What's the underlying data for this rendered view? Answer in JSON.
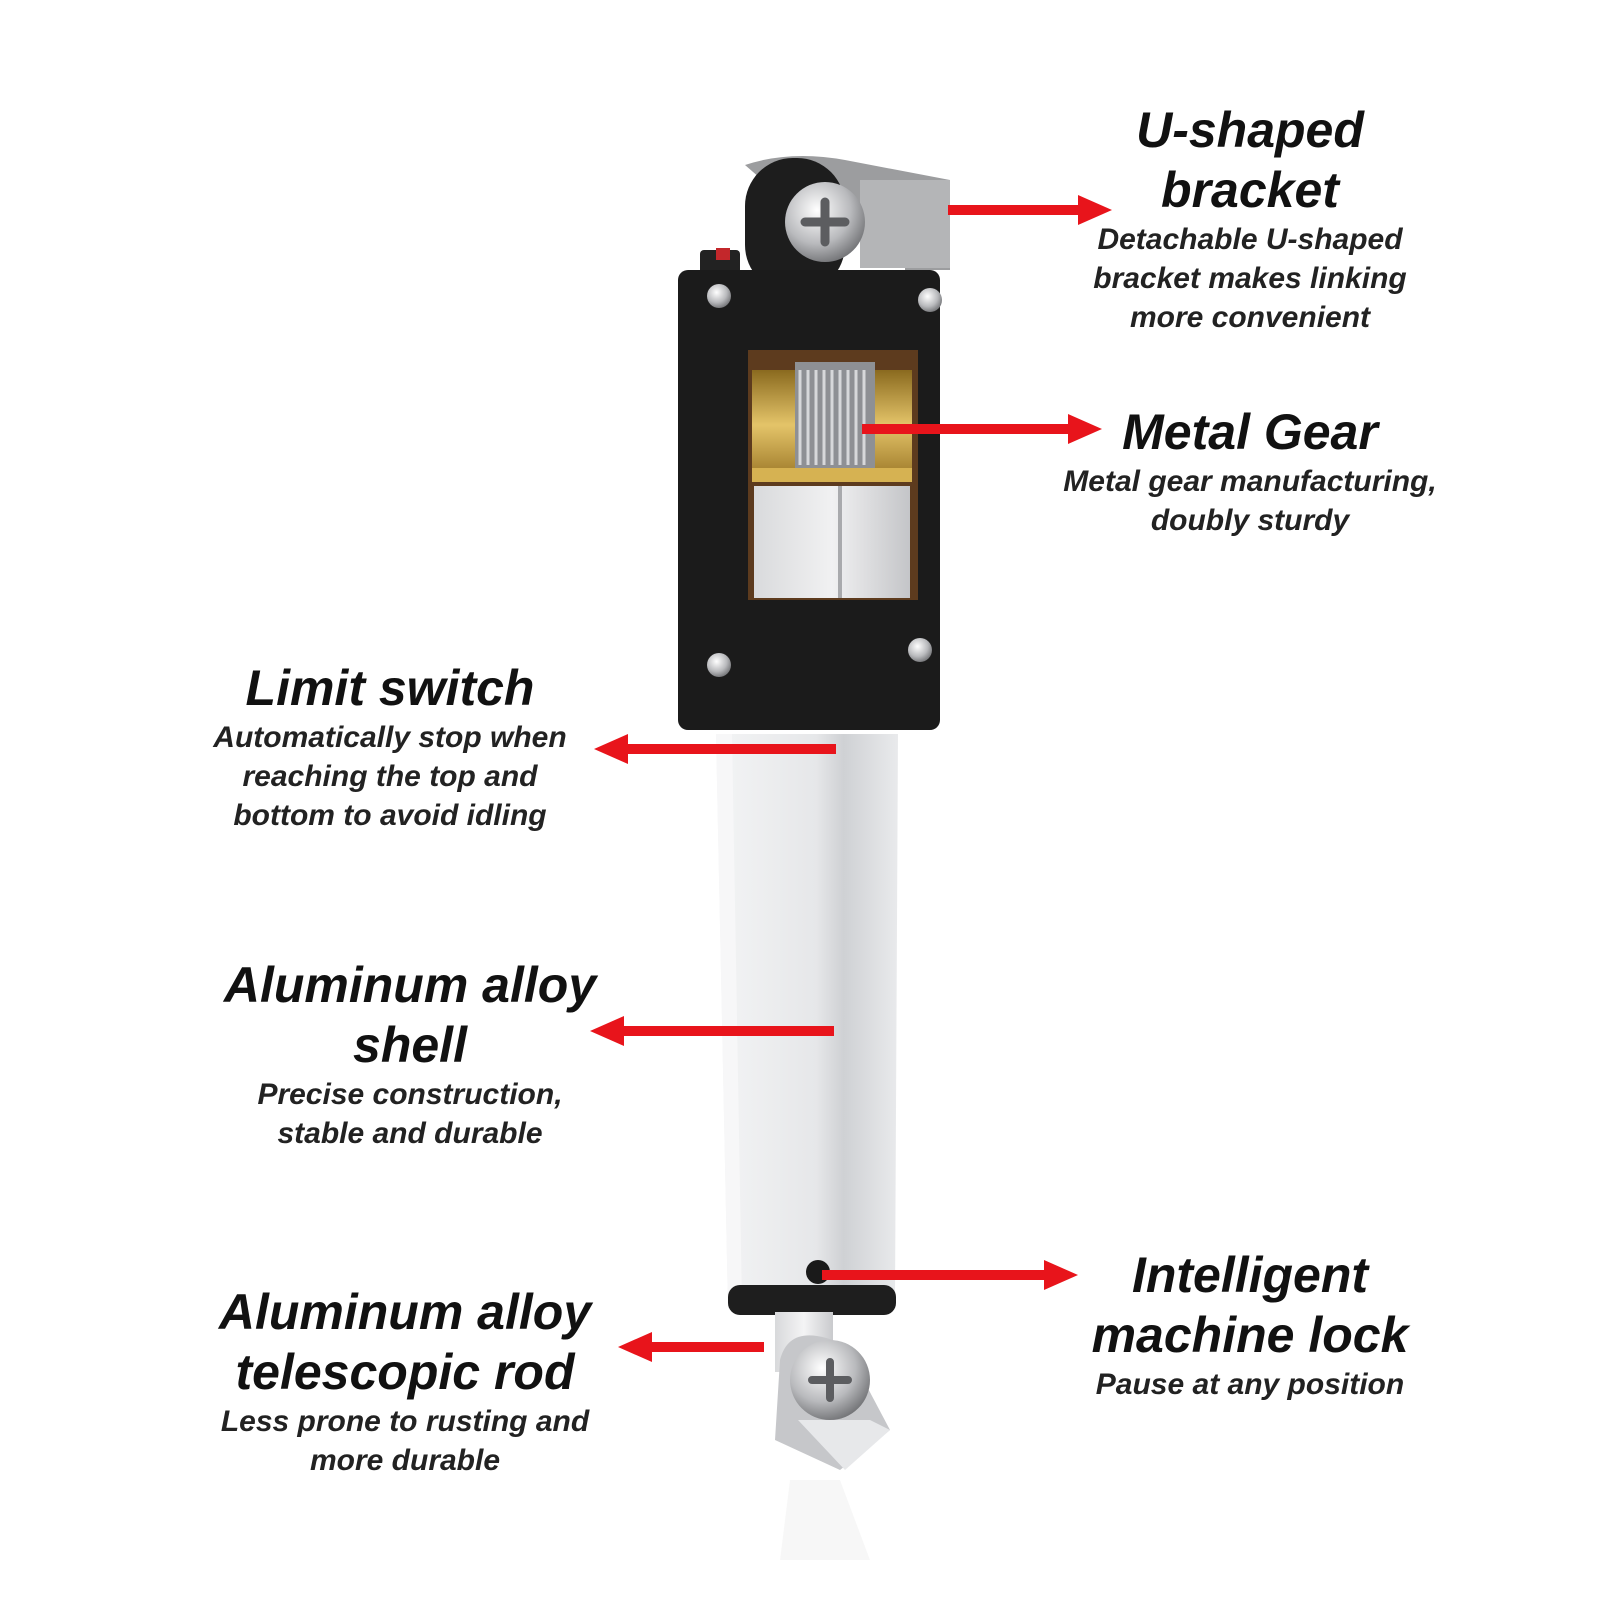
{
  "colors": {
    "arrow": "#e8141b",
    "body_black": "#1b1b1b",
    "aluminum": "#e4e5e7",
    "gear_gold": "#c9a13a"
  },
  "callouts": {
    "u_bracket": {
      "title": "U-shaped\nbracket",
      "desc": "Detachable U-shaped\nbracket makes linking\nmore convenient"
    },
    "metal_gear": {
      "title": "Metal Gear",
      "desc": "Metal gear manufacturing,\ndoubly sturdy"
    },
    "limit_switch": {
      "title": "Limit switch",
      "desc": "Automatically stop when\nreaching the top and\nbottom to avoid idling"
    },
    "aluminum_shell": {
      "title": "Aluminum alloy\nshell",
      "desc": "Precise construction,\nstable and durable"
    },
    "machine_lock": {
      "title": "Intelligent\nmachine lock",
      "desc": "Pause at any position"
    },
    "telescopic_rod": {
      "title": "Aluminum alloy\ntelescopic rod",
      "desc": "Less prone to rusting and\nmore durable"
    }
  }
}
